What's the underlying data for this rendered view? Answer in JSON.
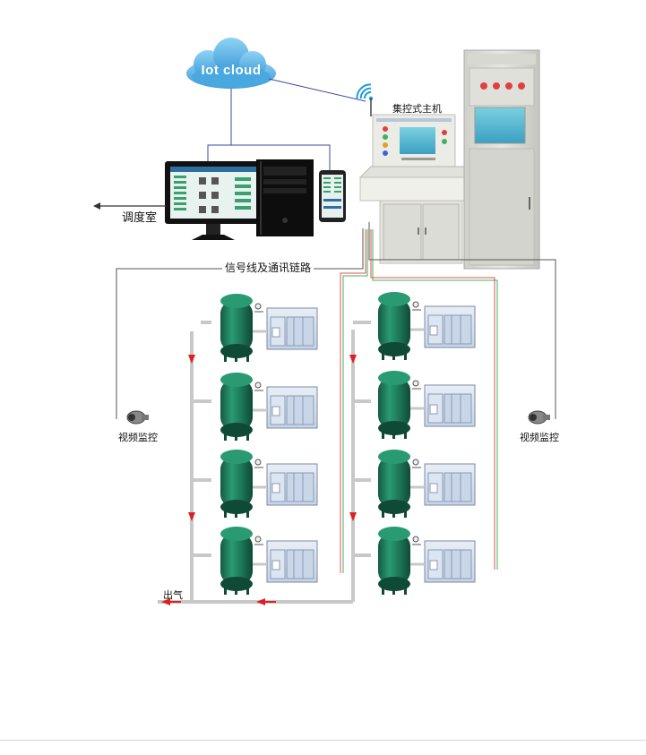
{
  "diagram": {
    "cloud_label": "Iot cloud",
    "host_label": "集控式主机",
    "dispatch_label": "调度室",
    "signal_label": "信号线及通讯链路",
    "camera_left_label": "视频监控",
    "camera_right_label": "视频监控",
    "outlet_label": "出气"
  },
  "colors": {
    "tank": "#1f7d5c",
    "tank_dark": "#145a42",
    "pipe": "#c8c8c8",
    "arrow": "#e02020",
    "cloud": "#5cb6e8",
    "cabinet": "#dcdcd6",
    "signal_red": "#e05050",
    "signal_green": "#40b060",
    "wire_blue": "#3a4aa0",
    "wire_dark": "#555555"
  }
}
